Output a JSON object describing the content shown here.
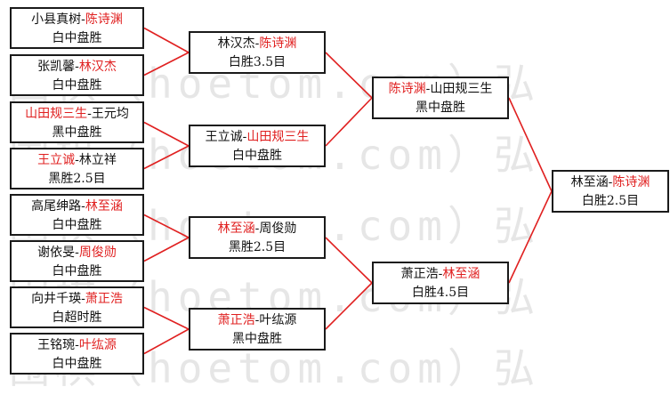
{
  "watermark": "围棋（hoetom.com）弘",
  "colors": {
    "winner": "#e02020",
    "line": "#e02020",
    "border": "#1a1a1a"
  },
  "round1": [
    {
      "p1": "小县真树",
      "p2": "陈诗渊",
      "winner": 2,
      "result": "白中盘胜"
    },
    {
      "p1": "张凯馨",
      "p2": "林汉杰",
      "winner": 2,
      "result": "白中盘胜"
    },
    {
      "p1": "山田规三生",
      "p2": "王元均",
      "winner": 1,
      "result": "黑中盘胜"
    },
    {
      "p1": "王立诚",
      "p2": "林立祥",
      "winner": 1,
      "result": "黑胜2.5目"
    },
    {
      "p1": "高尾绅路",
      "p2": "林至涵",
      "winner": 2,
      "result": "白中盘胜"
    },
    {
      "p1": "谢依旻",
      "p2": "周俊勋",
      "winner": 2,
      "result": "白中盘胜"
    },
    {
      "p1": "向井千瑛",
      "p2": "萧正浩",
      "winner": 2,
      "result": "白超时胜"
    },
    {
      "p1": "王铭琬",
      "p2": "叶纮源",
      "winner": 2,
      "result": "白中盘胜"
    }
  ],
  "round2": [
    {
      "p1": "林汉杰",
      "p2": "陈诗渊",
      "winner": 2,
      "result": "白胜3.5目"
    },
    {
      "p1": "王立诚",
      "p2": "山田规三生",
      "winner": 2,
      "result": "白中盘胜"
    },
    {
      "p1": "林至涵",
      "p2": "周俊勋",
      "winner": 1,
      "result": "黑胜2.5目"
    },
    {
      "p1": "萧正浩",
      "p2": "叶纮源",
      "winner": 1,
      "result": "黑中盘胜"
    }
  ],
  "round3": [
    {
      "p1": "陈诗渊",
      "p2": "山田规三生",
      "winner": 1,
      "result": "黑中盘胜"
    },
    {
      "p1": "萧正浩",
      "p2": "林至涵",
      "winner": 2,
      "result": "白胜4.5目"
    }
  ],
  "final": [
    {
      "p1": "林至涵",
      "p2": "陈诗渊",
      "winner": 2,
      "result": "白胜2.5目"
    }
  ]
}
